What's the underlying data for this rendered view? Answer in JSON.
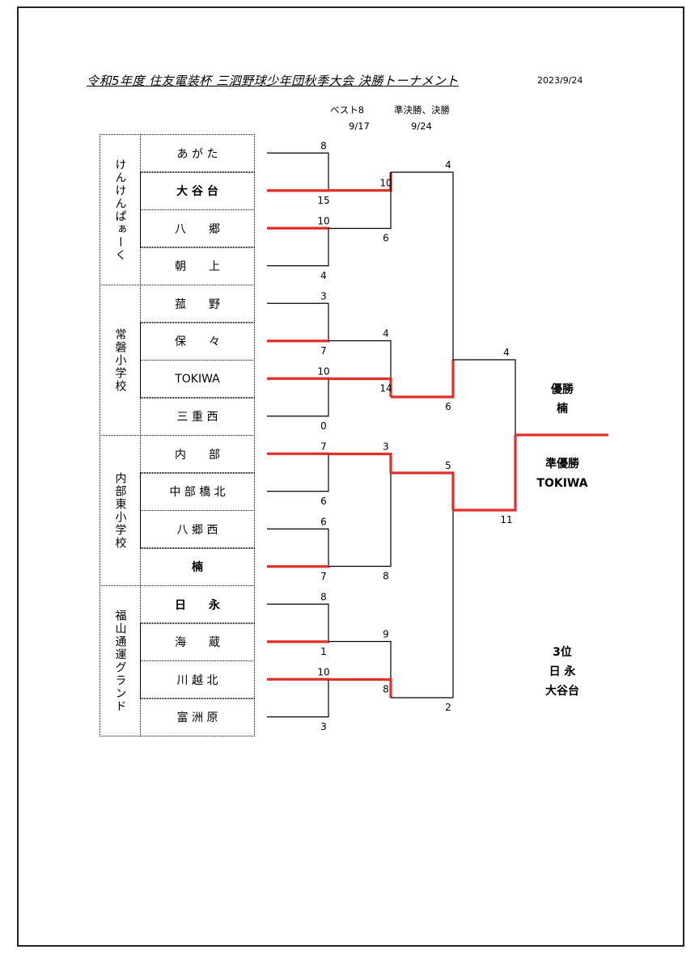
{
  "title": "令和5年度 住友電装杯 三泗野球少年団秋季大会 決勝トーナメント",
  "date": "2023/9/24",
  "rounds": [
    {
      "label": "ベスト8",
      "date": "9/17"
    },
    {
      "label": "準決勝、決勝",
      "date": "9/24"
    }
  ],
  "groups": [
    {
      "name": "けんけんぱぁーく"
    },
    {
      "name": "常磐小学校"
    },
    {
      "name": "内部東小学校"
    },
    {
      "name": "福山通運グランド"
    }
  ],
  "teams": [
    {
      "name": "あ が た",
      "bold": false
    },
    {
      "name": "大 谷 台",
      "bold": true
    },
    {
      "name": "八　　郷",
      "bold": false
    },
    {
      "name": "朝　　上",
      "bold": false
    },
    {
      "name": "菰　　野",
      "bold": false
    },
    {
      "name": "保　　々",
      "bold": false
    },
    {
      "name": "TOKIWA",
      "bold": false
    },
    {
      "name": "三 重 西",
      "bold": false
    },
    {
      "name": "内　　部",
      "bold": false
    },
    {
      "name": "中 部 橋 北",
      "bold": false
    },
    {
      "name": "八 郷 西",
      "bold": false
    },
    {
      "name": "楠",
      "bold": true
    },
    {
      "name": "日　　永",
      "bold": true
    },
    {
      "name": "海　　蔵",
      "bold": false
    },
    {
      "name": "川 越 北",
      "bold": false
    },
    {
      "name": "富 洲 原",
      "bold": false
    }
  ],
  "scores": {
    "r1": [
      "8",
      "15",
      "10",
      "4",
      "3",
      "7",
      "10",
      "0",
      "7",
      "6",
      "6",
      "7",
      "8",
      "1",
      "10",
      "3"
    ],
    "qf": [
      "10",
      "6",
      "4",
      "14",
      "3",
      "8",
      "9",
      "8"
    ],
    "sf": [
      "4",
      "6",
      "5",
      "2"
    ],
    "final": [
      "4",
      "11"
    ]
  },
  "winners": {
    "r1": [
      1,
      0,
      1,
      0,
      0,
      1,
      1,
      0
    ],
    "qf": [
      0,
      1,
      0,
      1
    ],
    "sf": [
      1,
      0
    ],
    "final": 1
  },
  "results": {
    "champion_label": "優勝",
    "champion": "楠",
    "runner_up_label": "準優勝",
    "runner_up": "TOKIWA",
    "third_label": "3位",
    "third_1": "日 永",
    "third_2": "大谷台"
  },
  "colors": {
    "win": "#e0302a",
    "line": "#000000"
  }
}
